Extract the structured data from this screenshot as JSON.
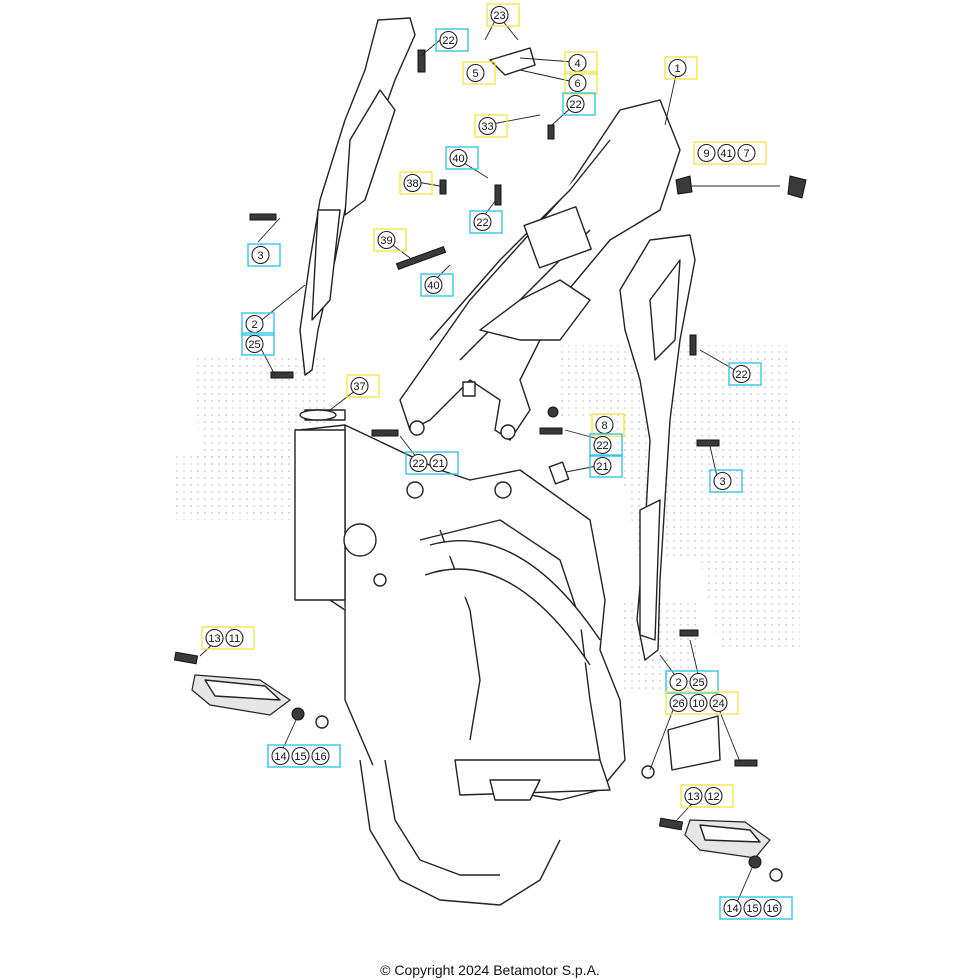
{
  "copyright": "© Copyright 2024 Betamotor S.p.A.",
  "colors": {
    "cyan_frame": "#36c6e6",
    "yellow_frame": "#f2e64a",
    "line": "#222222",
    "dots": "#c8c8c8"
  },
  "callouts": [
    {
      "id": "c1",
      "nums": [
        "1"
      ],
      "frame": "yellow"
    },
    {
      "id": "c2a",
      "nums": [
        "2"
      ],
      "frame": "cyan"
    },
    {
      "id": "c2b",
      "nums": [
        "2",
        "25"
      ],
      "frame": "cyan"
    },
    {
      "id": "c3a",
      "nums": [
        "3"
      ],
      "frame": "cyan"
    },
    {
      "id": "c3b",
      "nums": [
        "3"
      ],
      "frame": "cyan"
    },
    {
      "id": "c4",
      "nums": [
        "4"
      ],
      "frame": "yellow"
    },
    {
      "id": "c5",
      "nums": [
        "5"
      ],
      "frame": "yellow"
    },
    {
      "id": "c6",
      "nums": [
        "6"
      ],
      "frame": "yellow"
    },
    {
      "id": "c8",
      "nums": [
        "8"
      ],
      "frame": "yellow"
    },
    {
      "id": "c9",
      "nums": [
        "9",
        "41",
        "7"
      ],
      "frame": "yellow"
    },
    {
      "id": "c11",
      "nums": [
        "13",
        "11"
      ],
      "frame": "yellow"
    },
    {
      "id": "c12",
      "nums": [
        "13",
        "12"
      ],
      "frame": "yellow"
    },
    {
      "id": "c14a",
      "nums": [
        "14",
        "15",
        "16"
      ],
      "frame": "cyan"
    },
    {
      "id": "c14b",
      "nums": [
        "14",
        "15",
        "16"
      ],
      "frame": "cyan"
    },
    {
      "id": "c21",
      "nums": [
        "21"
      ],
      "frame": "cyan"
    },
    {
      "id": "c22a",
      "nums": [
        "22"
      ],
      "frame": "cyan"
    },
    {
      "id": "c22b",
      "nums": [
        "22"
      ],
      "frame": "cyan"
    },
    {
      "id": "c22c",
      "nums": [
        "22"
      ],
      "frame": "cyan"
    },
    {
      "id": "c22d",
      "nums": [
        "22"
      ],
      "frame": "cyan"
    },
    {
      "id": "c22e",
      "nums": [
        "22"
      ],
      "frame": "cyan"
    },
    {
      "id": "c22f",
      "nums": [
        "22",
        "21"
      ],
      "frame": "cyan"
    },
    {
      "id": "c23",
      "nums": [
        "23"
      ],
      "frame": "yellow"
    },
    {
      "id": "c25",
      "nums": [
        "25"
      ],
      "frame": "cyan"
    },
    {
      "id": "c26",
      "nums": [
        "26",
        "10",
        "24"
      ],
      "frame": "yellow"
    },
    {
      "id": "c33",
      "nums": [
        "33"
      ],
      "frame": "yellow"
    },
    {
      "id": "c37",
      "nums": [
        "37"
      ],
      "frame": "yellow"
    },
    {
      "id": "c38",
      "nums": [
        "38"
      ],
      "frame": "yellow"
    },
    {
      "id": "c39",
      "nums": [
        "39"
      ],
      "frame": "yellow"
    },
    {
      "id": "c40a",
      "nums": [
        "40"
      ],
      "frame": "cyan"
    },
    {
      "id": "c40b",
      "nums": [
        "40"
      ],
      "frame": "cyan"
    }
  ]
}
